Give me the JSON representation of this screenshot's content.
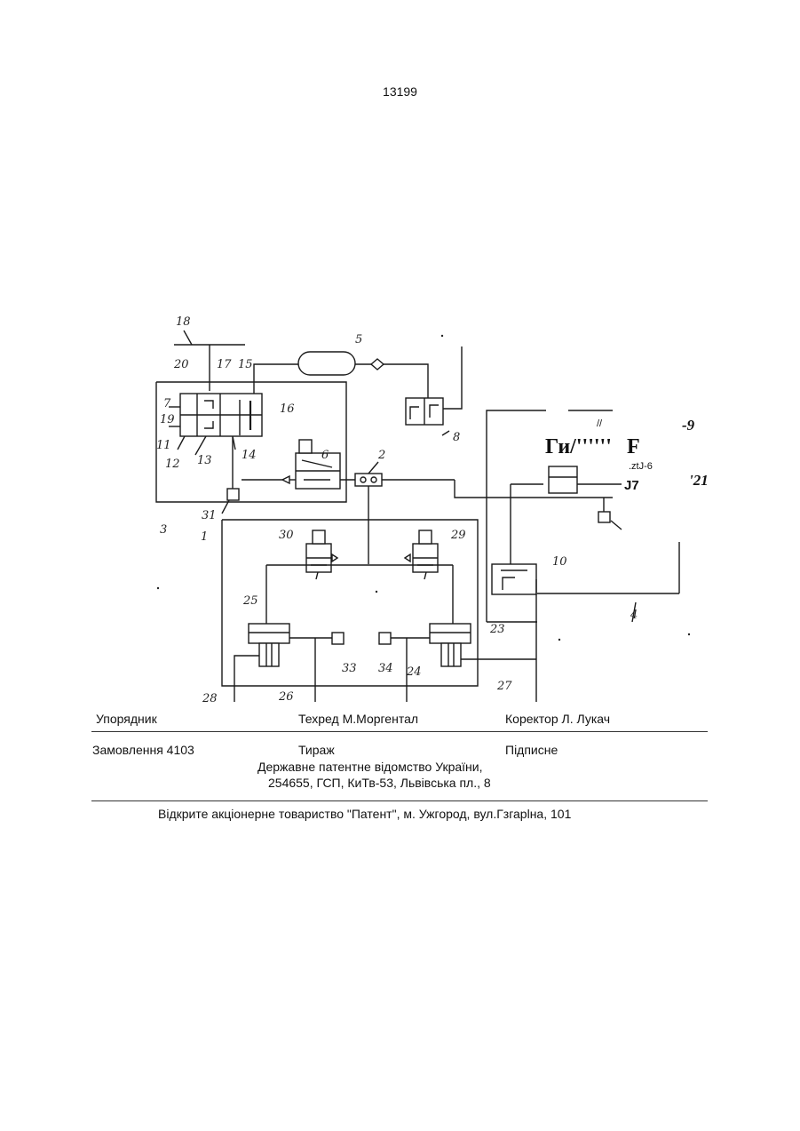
{
  "page_number": "13199",
  "diagram": {
    "labels": {
      "n1": "1",
      "n2": "2",
      "n3": "3",
      "n4": "4",
      "n5": "5",
      "n6": "6",
      "n7": "7",
      "n8": "8",
      "n10": "10",
      "n11": "11",
      "n12": "12",
      "n13": "13",
      "n14": "14",
      "n15": "15",
      "n16": "16",
      "n17": "17",
      "n18": "18",
      "n19": "19",
      "n20": "20",
      "n23": "23",
      "n24": "24",
      "n25": "25",
      "n26": "26",
      "n27": "27",
      "n28": "28",
      "n29": "29",
      "n30": "30",
      "n31": "31",
      "n33": "33",
      "n34": "34"
    },
    "ocr_artifacts": {
      "slashes": "//",
      "minus9": "-9",
      "gu": "Ги/''''''",
      "f": "F",
      "ztj": ".ztJ-6",
      "j7": "J7",
      "q21": "'21"
    }
  },
  "footer": {
    "compiler": "Упорядник",
    "tech_editor": "Техред М.Моргентал",
    "corrector": "Коректор   Л. Лукач",
    "order": "Замовлення 4103",
    "circulation": "Тираж",
    "subscription": "Підписне",
    "office_line1": "Державне патентне відомство України,",
    "office_line2": "254655, ГСП, КиТв-53, Львівська пл., 8",
    "publisher": "Відкрите акціонерне товариство \"Патент\", м. Ужгород, вул.Гзгарlна, 101"
  }
}
